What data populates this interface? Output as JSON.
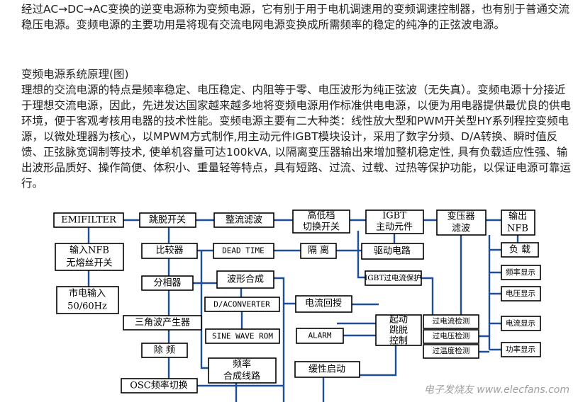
{
  "intro": "经过AC→DC→AC变换的逆变电源称为变频电源，它有别于用于电机调速用的变频调速控制器，也有别于普通交流稳压电源。变频电源的主要功用是将现有交流电网电源变换成所需频率的稳定的纯净的正弦波电源。",
  "section_heading": "变频电源系统原理(图)",
  "body_para": "理想的交流电源的特点是频率稳定、电压稳定、内阻等于零、电压波形为纯正弦波（无失真）。变频电源十分接近于理想交流电源，因此，先进发达国家越来越多地将变频电源用作标准供电电源，以便为用电器提供最优良的供电环境，便于客观考核用电器的技术性能。变频电源主要有二大种类：线性放大型和PWM开关型HY系列程控变频电源，以微处理器为核心，以MPWM方式制作,用主动元件IGBT模块设计，采用了数字分频、D/A转换、瞬时值反馈、正弦脉宽调制等技术, 使单机容量可达100kVA, 以隔离变压器输出来增加整机稳定性, 具有负载适应性强、输出波形品质好、操作简便、体积小、重量轻等特点，具有短路、过流、过载、过热等保护功能，以保证电源可靠运行。",
  "diagram": {
    "emifilter": "EMIFILTER",
    "trip_switch": "跳脱开关",
    "rectifier_filter": "整流滤波",
    "hl_switch_1": "高低档",
    "hl_switch_2": "切换开关",
    "igbt_1": "IGBT",
    "igbt_2": "主动元件",
    "transformer_1": "变压器",
    "transformer_2": "滤波",
    "output_1": "输出",
    "output_2": "NFB",
    "input_nfb_1": "输入NFB",
    "input_nfb_2": "无熔丝开关",
    "comparator": "比较器",
    "dead_time": "DEAD TIME",
    "isolation": "隔  离",
    "driver": "驱动电路",
    "load": "负  载",
    "mains_1": "市电输入",
    "mains_2": "50/60Hz",
    "phase_splitter": "分相器",
    "waveform_synth": "波形合成",
    "igbt_protect": "IGBT过电流保护",
    "freq_display": "频率显示",
    "dac": "D/ACONVERTER",
    "current_feedback": "电流回授",
    "voltage_display": "电压显示",
    "triangle_gen": "三角波产生器",
    "start_trip_1": "起动",
    "start_trip_2": "跳脱",
    "start_trip_3": "控制",
    "overcurrent_det": "过电流检测",
    "current_display": "电流显示",
    "sine_rom": "SINE WAVE ROM",
    "alarm": "ALARM",
    "overvoltage_det": "过电压检测",
    "divider": "除  频",
    "overtemp_det": "过温度检测",
    "power_display": "功率显示",
    "freq_synth_1": "频率",
    "freq_synth_2": "合成线路",
    "soft_start": "缓性启动",
    "osc_switch": "OSC频率切换"
  },
  "watermark": "电子发烧友 www.elecfans.com",
  "colors": {
    "flow_line": "#1f4e99",
    "box_stroke": "#000000"
  }
}
